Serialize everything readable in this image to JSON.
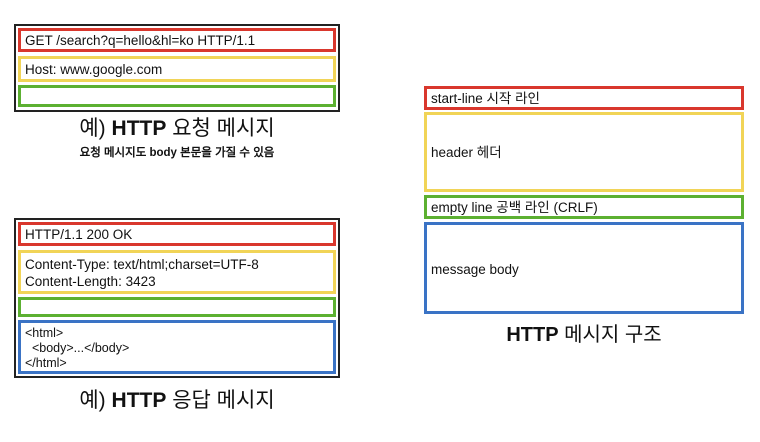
{
  "request_example": {
    "start_line": "GET /search?q=hello&hl=ko HTTP/1.1",
    "header": "Host: www.google.com",
    "empty_line": "",
    "caption_prefix": "예)",
    "caption_main": "HTTP",
    "caption_suffix": "요청 메시지",
    "note": "요청 메시지도 body 본문을 가질 수 있음"
  },
  "response_example": {
    "start_line": "HTTP/1.1 200 OK",
    "headers": [
      "Content-Type: text/html;charset=UTF-8",
      "Content-Length: 3423"
    ],
    "empty_line": "",
    "body_lines": [
      "<html>",
      "  <body>...</body>",
      "</html>"
    ],
    "caption_prefix": "예)",
    "caption_main": "HTTP",
    "caption_suffix": "응답 메시지"
  },
  "structure": {
    "start_line": "start-line 시작 라인",
    "header": "header 헤더",
    "empty_line": "empty line 공백 라인 (CRLF)",
    "message_body": "message body",
    "caption_main": "HTTP",
    "caption_suffix": "메시지 구조"
  },
  "colors": {
    "start_line": "#d9372d",
    "header": "#f1d457",
    "empty_line": "#5cb031",
    "body": "#3a73c5"
  }
}
